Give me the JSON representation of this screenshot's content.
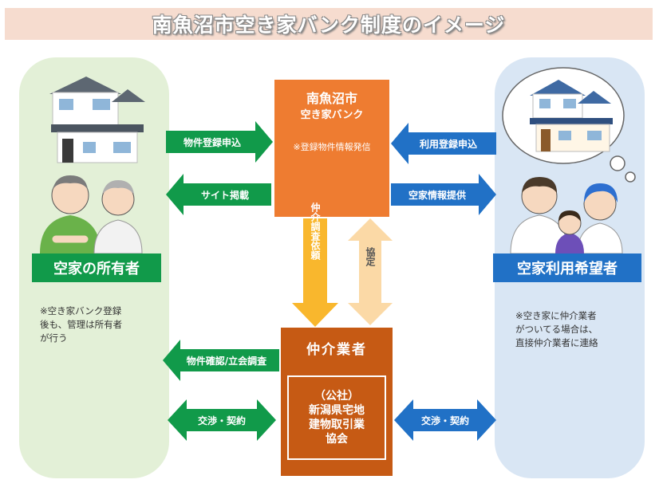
{
  "title": "南魚沼市空き家バンク制度のイメージ",
  "bank": {
    "title": "南魚沼市",
    "subtitle": "空き家バンク",
    "note": "※登録物件情報発信"
  },
  "broker": {
    "title": "仲介業者",
    "association_lines": [
      "（公社）",
      "新潟県宅地",
      "建物取引業",
      "協会"
    ]
  },
  "owner": {
    "label": "空家の所有者",
    "note_lines": [
      "※空き家バンク登録",
      "後も、管理は所有者",
      "が行う"
    ]
  },
  "seeker": {
    "label": "空家利用希望者",
    "note_lines": [
      "※空き家に仲介業者",
      "がついてる場合は、",
      "直接仲介業者に連絡"
    ]
  },
  "arrows": {
    "property_registration": "物件登録申込",
    "site_posting": "サイト掲載",
    "user_registration": "利用登録申込",
    "vacancy_info": "空家情報提供",
    "brokerage_request": "仲介調査依頼",
    "agreement": "協定",
    "property_check": "物件確認/立会調査",
    "negotiation_owner": "交渉・契約",
    "negotiation_seeker": "交渉・契約"
  },
  "colors": {
    "green": "#119a4a",
    "blue": "#2171c6",
    "orange": "#ee7c31",
    "dark_orange": "#c65a14",
    "yellow": "#f9b72d",
    "peach": "#fbd9a6"
  }
}
